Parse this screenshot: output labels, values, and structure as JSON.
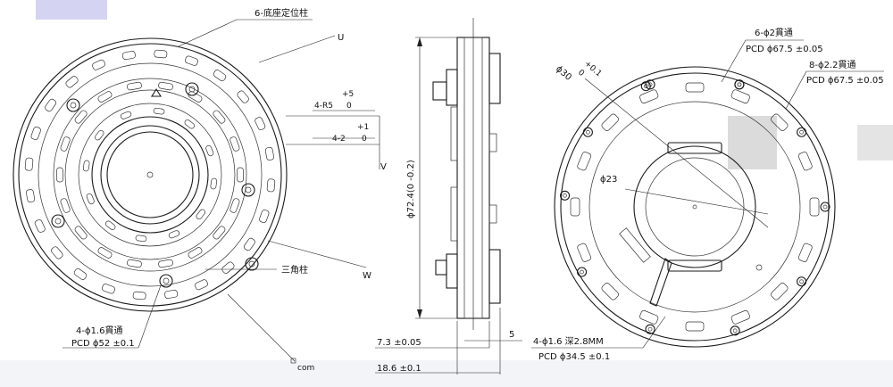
{
  "left_view": {
    "label_top": "6-底座定位柱",
    "label_u": "U",
    "label_v": "V",
    "label_w": "W",
    "label_com": "com",
    "label_triangle": "三角柱",
    "dim1_tol_top": "+5",
    "dim1_main": "4-R5",
    "dim1_tol_bottom": "0",
    "dim2_tol_top": "+1",
    "dim2_main": "4-2",
    "dim2_tol_bottom": "0",
    "hole_note_line1": "4-ϕ1.6貫通",
    "hole_note_line2": "PCD ϕ52 ±0.1"
  },
  "side_view": {
    "dia_label": "ϕ72.4(0 -0.2)",
    "dim_73": "7.3 ±0.05",
    "dim_186": "18.6 ±0.1",
    "dim_5": "5"
  },
  "right_view": {
    "note_top1": "6-ϕ2貫通",
    "note_top2": "PCD ϕ67.5 ±0.05",
    "note_right1": "8-ϕ2.2貫通",
    "note_right2": "PCD ϕ67.5 ±0.05",
    "dia30": "ϕ30",
    "dia30_tol1": "+0.1",
    "dia30_tol2": "0",
    "dia23": "ϕ23",
    "note_bottom1": "4-ϕ1.6 深2.8MM",
    "note_bottom2": "PCD ϕ34.5 ±0.1"
  }
}
